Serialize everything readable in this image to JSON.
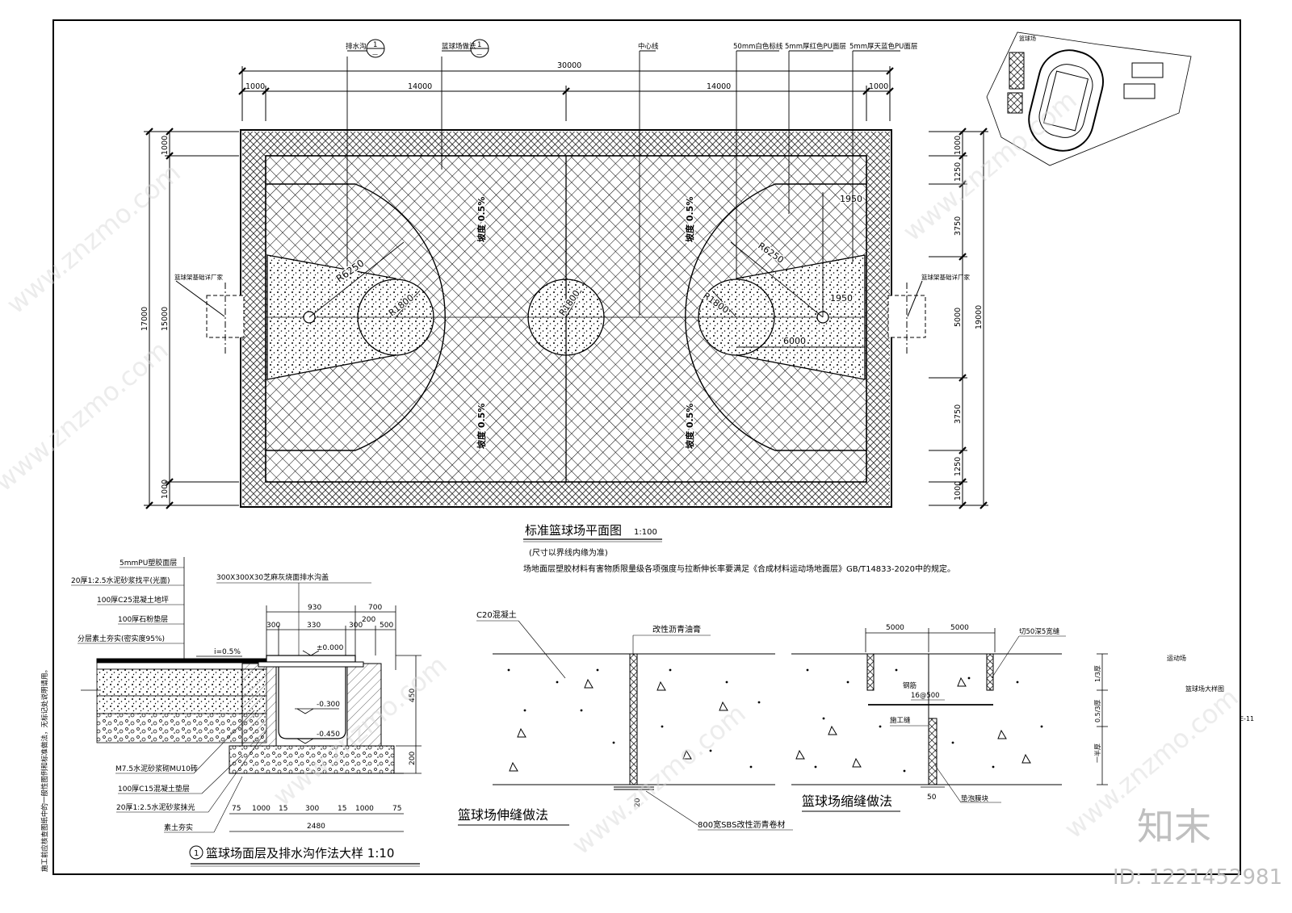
{
  "plan": {
    "title": "标准篮球场平面图",
    "scale": "1:100",
    "note1": "(尺寸以界线内缘为准)",
    "note2": "场地面层塑胶材料有害物质限量级各项强度与拉断伸长率要满足《合成材料运动场地面层》GB/T14833-2020中的规定。",
    "callouts": [
      "排水沟",
      "篮球场做法",
      "中心线",
      "50mm白色标线",
      "5mm厚红色PU面层",
      "5mm厚天蓝色PU面层"
    ],
    "callout_nums": {
      "a_top": "1",
      "a_bot": "—",
      "b_top": "1",
      "b_bot": "—"
    },
    "dims_top": {
      "total": "30000",
      "left_margin": "1000",
      "left_half": "14000",
      "right_half": "14000",
      "right_margin": "1000"
    },
    "dims_left": {
      "total_outer": "17000",
      "inner": "15000",
      "top": "1000",
      "bottom": "1000"
    },
    "dims_right": {
      "total": "19000",
      "d1": "1000",
      "d2": "1250",
      "d3": "3750",
      "d4": "5000",
      "d5": "3750",
      "d6": "1250",
      "d7": "1000"
    },
    "court_labels": {
      "r_key": "R6250",
      "r_circle_l": "R1800",
      "r_center": "R1800",
      "r_circle_r": "R1800",
      "r_three": "R6250",
      "d1950a": "1950",
      "d1950b": "1950",
      "d6000": "6000",
      "slope1": "坡度 0.5%",
      "slope2": "坡度 0.5%",
      "slope3": "坡度 0.5%",
      "slope4": "坡度 0.5%",
      "post_left": "篮球架基础详厂家",
      "post_right": "篮球架基础详厂家"
    }
  },
  "section": {
    "title": "篮球场面层及排水沟作法大样 1:10",
    "num": "1",
    "layers": [
      "5mmPU塑胶面层",
      "20厚1:2.5水泥砂浆找平(光面)",
      "100厚C25混凝土地坪",
      "100厚石粉垫层",
      "分层素土夯实(密实度95%)"
    ],
    "lower_labels": [
      "M7.5水泥砂浆砌MU10砖",
      "100厚C15混凝土垫层",
      "20厚1:2.5水泥砂浆抹光",
      "素土夯实"
    ],
    "cover": "300X300X30芝麻灰烧面排水沟盖",
    "slope": "i=0.5%",
    "elev": [
      "±0.000",
      "-0.300",
      "-0.450"
    ],
    "dims_top": {
      "a": "930",
      "b": "700",
      "c": "300",
      "d": "330",
      "e": "300",
      "f": "200",
      "g": "500"
    },
    "dims_right": {
      "h1": "450",
      "h2": "200"
    },
    "dims_bottom": [
      "75",
      "1000",
      "15",
      "300",
      "15",
      "1000",
      "75"
    ],
    "dims_total": "2480"
  },
  "expansion": {
    "title": "篮球场伸缝做法",
    "labels": [
      "C20混凝土",
      "改性沥青油膏",
      "800宽SBS改性沥青卷材"
    ],
    "dim": "20"
  },
  "contraction": {
    "title": "篮球场缩缝做法",
    "labels": [
      "切50深5宽缝",
      "钢筋",
      "16@500",
      "施工缝",
      "垫泡膜块"
    ],
    "dims": {
      "w1": "5000",
      "w2": "5000",
      "d": "50"
    },
    "side_dims": [
      "1/3厚",
      "0.5/3厚",
      "一半厚"
    ]
  },
  "title_block": {
    "project": "运动场",
    "drawing": "篮球场大样图",
    "sheet": "E-11"
  },
  "side_note": "施工前应核查图纸中的一般性图例和标准做法，无标记处说明请用。",
  "keyplan": {
    "label": "篮球场"
  },
  "brand": {
    "logo": "知末",
    "id": "ID: 1221452981"
  },
  "watermark": "www.znzmo.com"
}
